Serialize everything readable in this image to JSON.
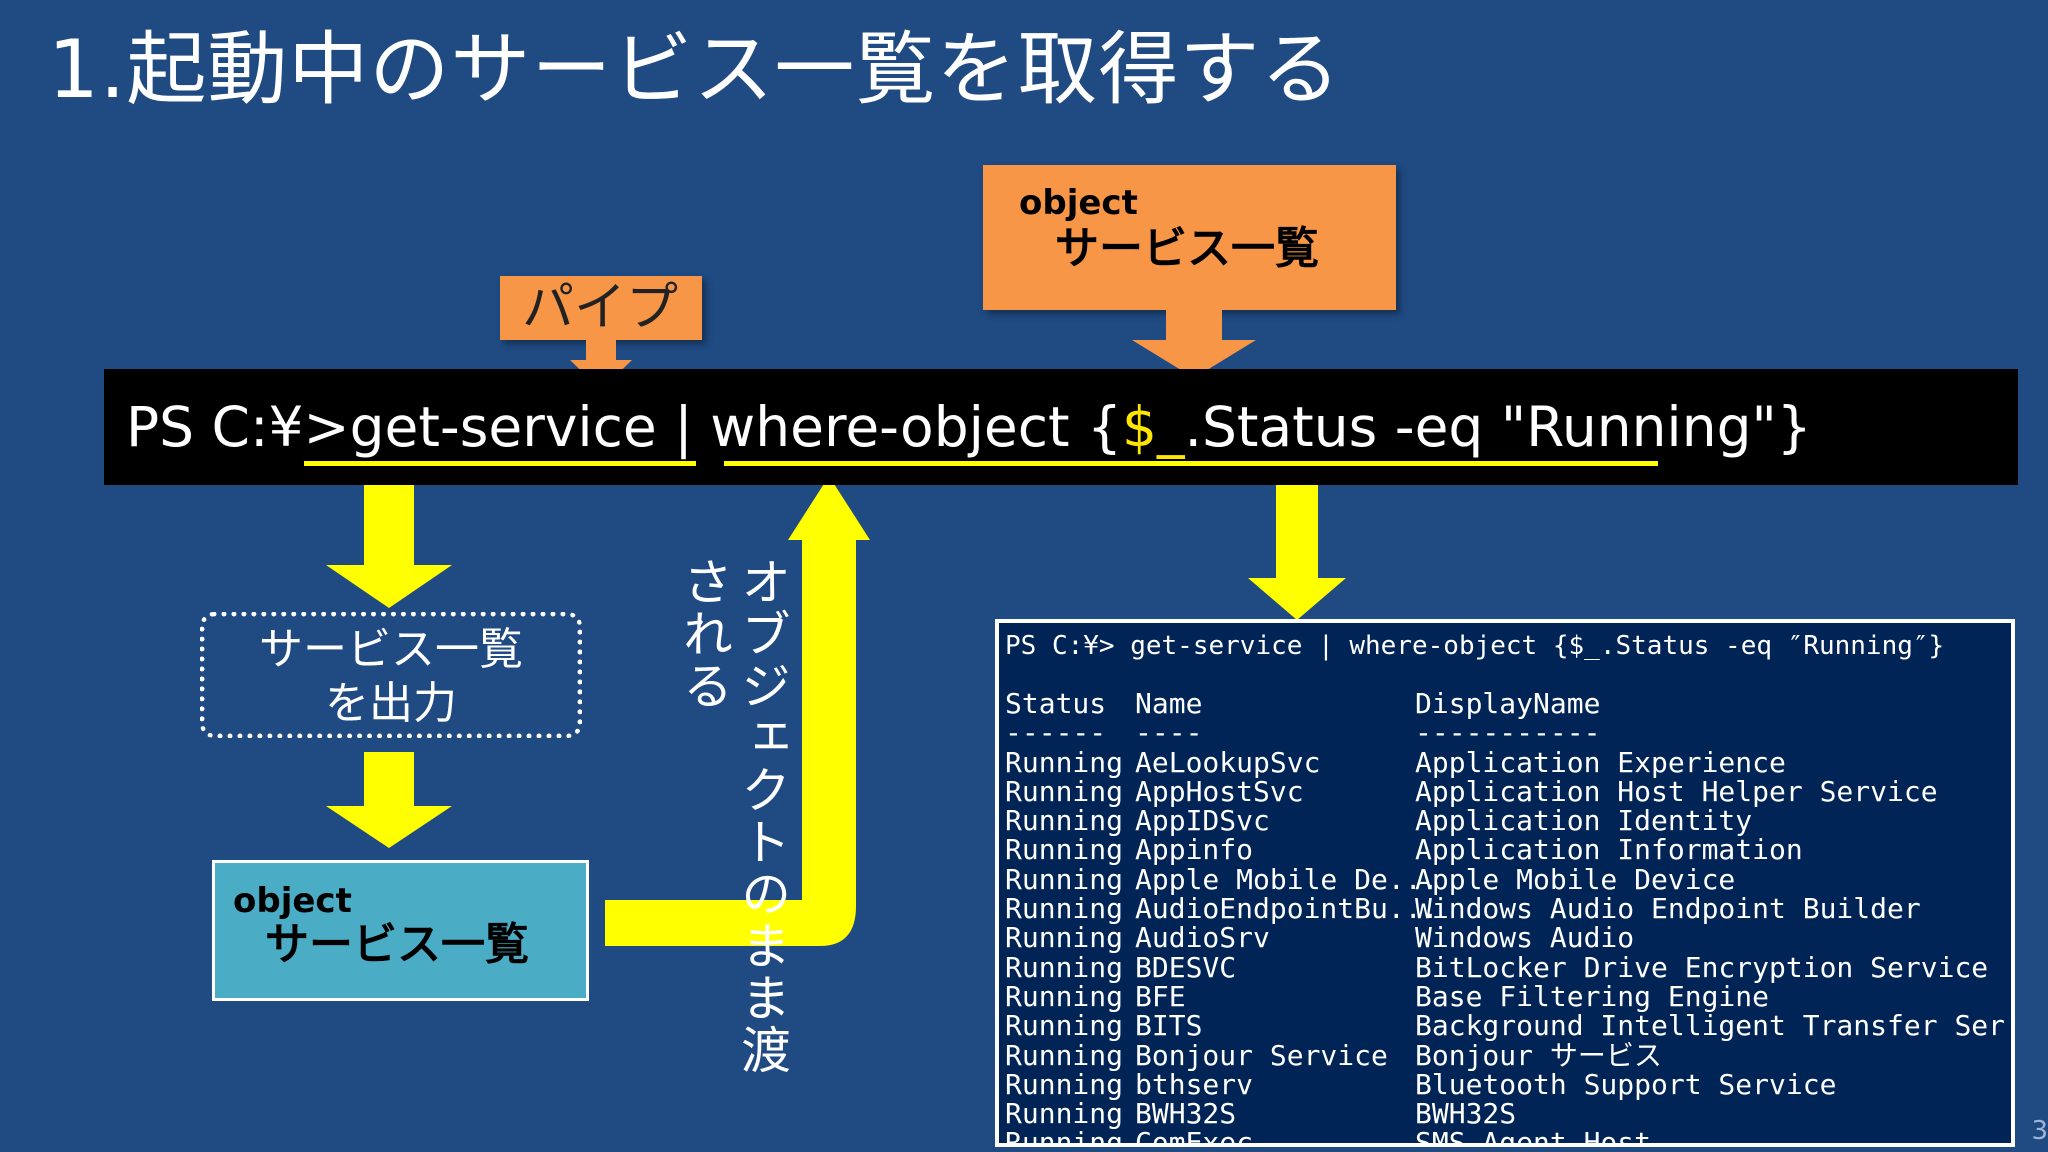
{
  "slide": {
    "title": "1.起動中のサービス一覧を取得する"
  },
  "labels": {
    "pipe": "パイプ",
    "object_word": "object",
    "service_list": "サービス一覧",
    "output_line1": "サービス一覧",
    "output_line2": "を出力",
    "passed_as_object": "オブジェクトのまま渡される"
  },
  "command": {
    "prompt": "PS C:¥>",
    "cmdlet1": "get-service",
    "pipe_char": " | ",
    "cmdlet2": "where-object {",
    "var": "$_",
    "rest": ".Status -eq \"Running\"}"
  },
  "console": {
    "command": "PS C:¥> get-service | where-object {$_.Status -eq ″Running″}",
    "headers": [
      "Status",
      "Name",
      "DisplayName"
    ],
    "separators": [
      "------",
      "----",
      "-----------"
    ],
    "rows": [
      {
        "status": "Running",
        "name": "AeLookupSvc",
        "display": "Application Experience"
      },
      {
        "status": "Running",
        "name": "AppHostSvc",
        "display": "Application Host Helper Service"
      },
      {
        "status": "Running",
        "name": "AppIDSvc",
        "display": "Application Identity"
      },
      {
        "status": "Running",
        "name": "Appinfo",
        "display": "Application Information"
      },
      {
        "status": "Running",
        "name": "Apple Mobile De...",
        "display": "Apple Mobile Device"
      },
      {
        "status": "Running",
        "name": "AudioEndpointBu...",
        "display": "Windows Audio Endpoint Builder"
      },
      {
        "status": "Running",
        "name": "AudioSrv",
        "display": "Windows Audio"
      },
      {
        "status": "Running",
        "name": "BDESVC",
        "display": "BitLocker Drive Encryption Service"
      },
      {
        "status": "Running",
        "name": "BFE",
        "display": "Base Filtering Engine"
      },
      {
        "status": "Running",
        "name": "BITS",
        "display": "Background Intelligent Transfer Ser..."
      },
      {
        "status": "Running",
        "name": "Bonjour Service",
        "display": "Bonjour サービス"
      },
      {
        "status": "Running",
        "name": "bthserv",
        "display": "Bluetooth Support Service"
      },
      {
        "status": "Running",
        "name": "BWH32S",
        "display": "BWH32S"
      },
      {
        "status": "Running",
        "name": "ComExec",
        "display": "SMS Agent Host"
      }
    ]
  },
  "colors": {
    "background": "#1f4a82",
    "orange": "#f79646",
    "teal": "#4bacc6",
    "yellow": "#ffff00",
    "console_bg": "#012456"
  },
  "page_number": "3"
}
